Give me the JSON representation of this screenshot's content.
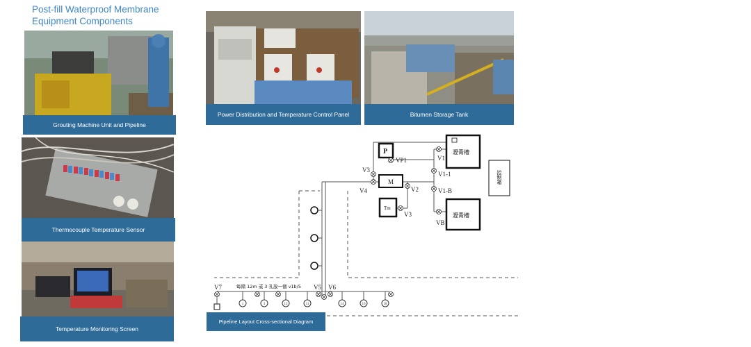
{
  "header": {
    "title_line1": "Post-fill Waterproof Membrane",
    "title_line2": "Equipment Components"
  },
  "photos": {
    "grouting": {
      "caption": "Grouting Machine Unit and Pipeline"
    },
    "power_panel": {
      "caption": "Power Distribution and Temperature Control Panel"
    },
    "bitumen_tank": {
      "caption": "Bitumen Storage Tank"
    },
    "thermocouple": {
      "caption": "Thermocouple Temperature Sensor"
    },
    "monitor": {
      "caption": "Temperature Monitoring Screen"
    }
  },
  "diagram": {
    "caption": "Pipeline Layout Cross-sectional Diagram",
    "labels": {
      "pump": "P",
      "mixer": "M",
      "heater": "Tm",
      "vp1": "VP1",
      "v1": "V1",
      "v1_1": "V1-1",
      "v1_b": "V1-B",
      "vb": "VB",
      "v2": "V2",
      "v3a": "V3",
      "v3b": "V3",
      "v4": "V4",
      "v5": "V5",
      "v6": "V6",
      "v7": "V7",
      "tank_top": "瀝青槽",
      "tank_bottom": "瀝青槽",
      "control_box": "控制箱",
      "pipe_note": "每隔 12m 或 3 孔設一個 v1b/5",
      "outlets": [
        "1",
        "3",
        "12",
        "11",
        "14",
        "16",
        "18"
      ]
    }
  }
}
